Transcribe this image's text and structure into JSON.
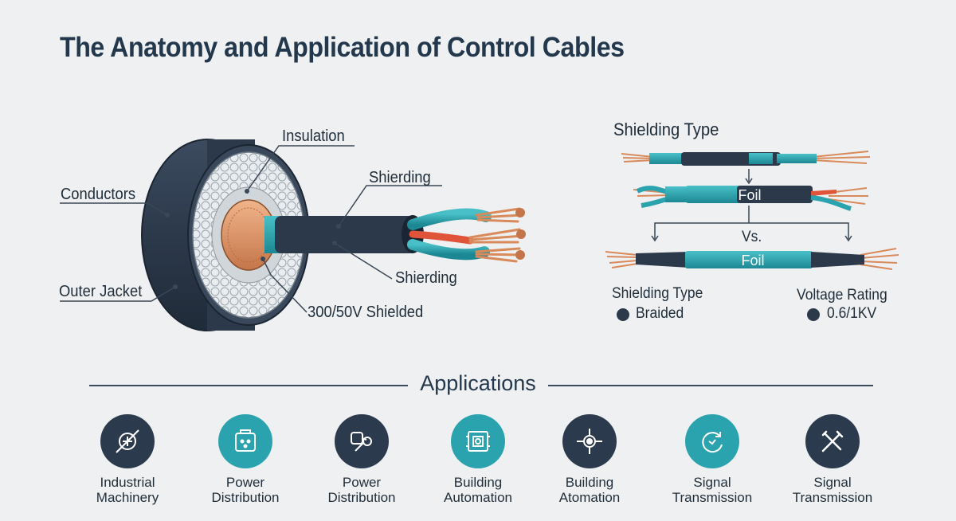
{
  "title": "The Anatomy and Application of Control Cables",
  "anatomy": {
    "insulation": "Insulation",
    "shielding_top": "Shierding",
    "conductors": "Conductors",
    "outer_jacket": "Outer Jacket",
    "shielding_bottom": "Shierding",
    "rating": "300/50V Shielded"
  },
  "shielding": {
    "heading": "Shielding Type",
    "foil_top": "Foil",
    "versus": "Vs.",
    "foil_bottom": "Foil",
    "type_label": "Shielding Type",
    "type_value": "Braided",
    "voltage_label": "Voltage Rating",
    "voltage_value": "0.6/1KV"
  },
  "applications": {
    "heading": "Applications",
    "items": [
      {
        "line1": "Industrial",
        "line2": "Machinery",
        "icon": "machinery-icon",
        "color": "#2b3a4d"
      },
      {
        "line1": "Power",
        "line2": "Distribution",
        "icon": "power-box-icon",
        "color": "#2aa3ae"
      },
      {
        "line1": "Power",
        "line2": "Distribution",
        "icon": "power-plug-icon",
        "color": "#2b3a4d"
      },
      {
        "line1": "Building",
        "line2": "Automation",
        "icon": "building-panel-icon",
        "color": "#2aa3ae"
      },
      {
        "line1": "Building",
        "line2": "Atomation",
        "icon": "gear-wheel-icon",
        "color": "#2b3a4d"
      },
      {
        "line1": "Signal",
        "line2": "Transmission",
        "icon": "signal-cycle-icon",
        "color": "#2aa3ae"
      },
      {
        "line1": "Signal",
        "line2": "Transmission",
        "icon": "tools-icon",
        "color": "#2b3a4d"
      }
    ]
  },
  "colors": {
    "navy": "#2b3a4d",
    "teal": "#2aa3ae",
    "copper": "#d98a5a",
    "red": "#e0553a"
  }
}
